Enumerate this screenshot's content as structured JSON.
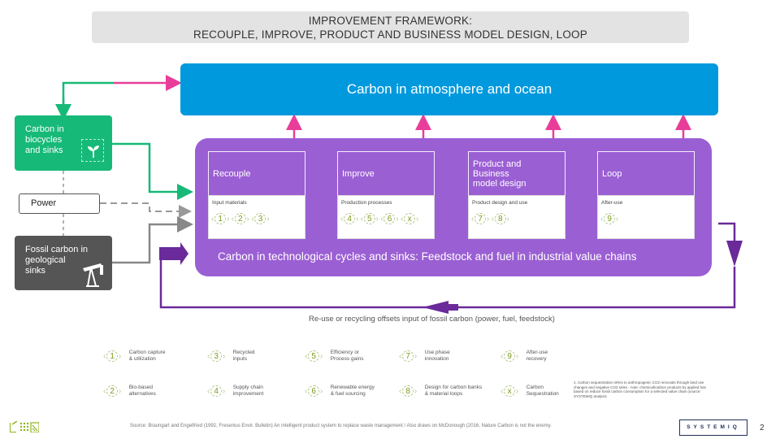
{
  "title": {
    "line1": "IMPROVEMENT FRAMEWORK:",
    "line2": "RECOUPLE, IMPROVE, PRODUCT AND BUSINESS MODEL DESIGN, LOOP"
  },
  "atmosphere": "Carbon in atmosphere and ocean",
  "biocycles": {
    "line1": "Carbon in",
    "line2": "biocycles",
    "line3": "and sinks"
  },
  "power": "Power",
  "fossil": {
    "line1": "Fossil carbon in",
    "line2": "geological",
    "line3": "sinks"
  },
  "tech_label": "Carbon in technological cycles and sinks: Feedstock and fuel in industrial value chains",
  "stages": [
    {
      "title": "Recouple",
      "sub": "Input materials",
      "badges": [
        "1",
        "2",
        "3"
      ]
    },
    {
      "title": "Improve",
      "sub": "Production processes",
      "badges": [
        "4",
        "5",
        "6",
        "x"
      ]
    },
    {
      "title": "Product and Business model design",
      "sub": "Product design and use",
      "badges": [
        "7",
        "8"
      ]
    },
    {
      "title": "Loop",
      "sub": "After-use",
      "badges": [
        "9"
      ]
    }
  ],
  "reuse_label": "Re-use or recycling offsets input of fossil carbon (power, fuel, feedstock)",
  "legend": [
    {
      "num": "1",
      "line1": "Carbon capture",
      "line2": "& utilization"
    },
    {
      "num": "3",
      "line1": "Recycled",
      "line2": "inputs"
    },
    {
      "num": "5",
      "line1": "Efficiency or",
      "line2": "Process gains"
    },
    {
      "num": "7",
      "line1": "Use phase",
      "line2": "innovation"
    },
    {
      "num": "9",
      "line1": "After-use",
      "line2": "recovery"
    },
    {
      "num": "2",
      "line1": "Bio-based",
      "line2": "alternatives"
    },
    {
      "num": "4",
      "line1": "Supply chain",
      "line2": "improvement"
    },
    {
      "num": "6",
      "line1": "Renewable energy",
      "line2": "& fuel sourcing"
    },
    {
      "num": "8",
      "line1": "Design for carbon banks",
      "line2": "& material loops"
    },
    {
      "num": "x",
      "line1": "Carbon",
      "line2": "Sequestration"
    }
  ],
  "note": "1. Carbon sequestration refers to anthropogenic CO2 removals through land use changes and negative CO2 sinks - note: chemical/carbon products by applied has based on reduce fossil carbon consumption for a selected value chain (source: SYSTEMIQ analysis",
  "source": "Source: Braungart and Engelfried (1992, Fresenius Envir. Bulletin) An intelligent product system to replace waste management / Also draws on McDonough (2016, Nature Carbon is not the enemy.",
  "logo": "SYSTEMIQ",
  "page_number": "2",
  "colors": {
    "atmosphere": "#0099dd",
    "biocycles": "#17b978",
    "fossil": "#555555",
    "tech": "#9b5fd4",
    "pink_arrow": "#e83e9a",
    "loop_arrow": "#6a2a9a"
  }
}
